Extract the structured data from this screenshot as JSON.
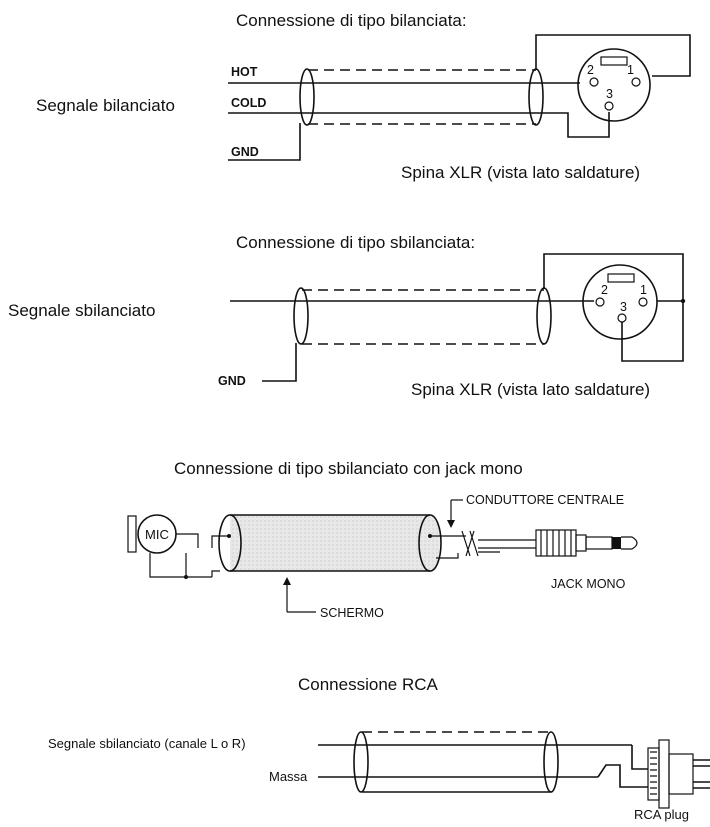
{
  "diagram": {
    "balanced": {
      "title": "Connessione di tipo bilanciata:",
      "signal_label": "Segnale bilanciato",
      "hot_label": "HOT",
      "cold_label": "COLD",
      "gnd_label": "GND",
      "xlr_caption": "Spina XLR (vista lato saldature)",
      "pins": [
        "2",
        "1",
        "3"
      ]
    },
    "unbalanced": {
      "title": "Connessione di tipo sbilanciata:",
      "signal_label": "Segnale sbilanciato",
      "gnd_label": "GND",
      "xlr_caption": "Spina XLR (vista lato saldature)",
      "pins": [
        "2",
        "1",
        "3"
      ]
    },
    "jack": {
      "title": "Connessione di tipo sbilanciato con jack mono",
      "mic_label": "MIC",
      "center_conductor_label": "CONDUTTORE CENTRALE",
      "jack_label": "JACK MONO",
      "shield_label": "SCHERMO"
    },
    "rca": {
      "title": "Connessione RCA",
      "signal_label": "Segnale sbilanciato (canale L o R)",
      "ground_label": "Massa",
      "plug_label": "RCA plug"
    }
  }
}
